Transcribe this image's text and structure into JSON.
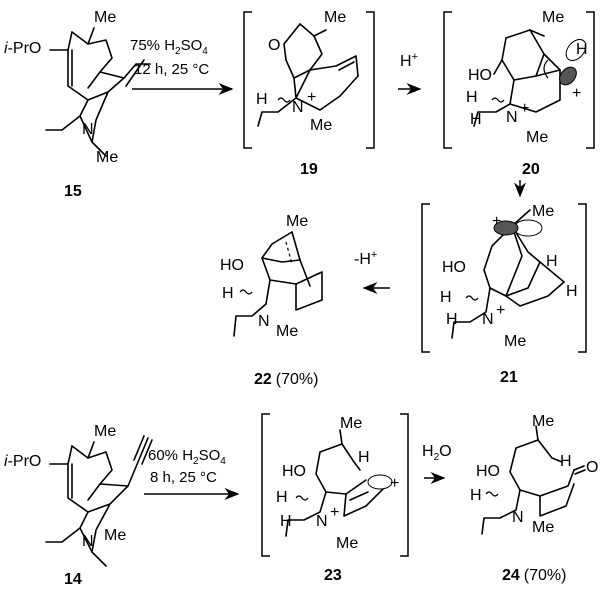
{
  "labels": {
    "ipro": "i-PrO",
    "me": "Me",
    "n": "N",
    "ho": "HO",
    "h": "H",
    "o": "O",
    "plus": "+",
    "h_plus": "H",
    "minus_h": "-H",
    "water": "H",
    "water_o": "O",
    "sub2": "2",
    "sub4": "4"
  },
  "compounds": {
    "c15": "15",
    "c19": "19",
    "c20": "20",
    "c21": "21",
    "c22": "22",
    "c22_yield": "(70%)",
    "c14": "14",
    "c23": "23",
    "c24": "24",
    "c24_yield": "(70%)"
  },
  "conditions": {
    "r1_acid": "75% H",
    "r1_time": "12 h, 25 °C",
    "r2_acid": "60% H",
    "r2_time": "8 h, 25 °C",
    "so4": "SO"
  }
}
